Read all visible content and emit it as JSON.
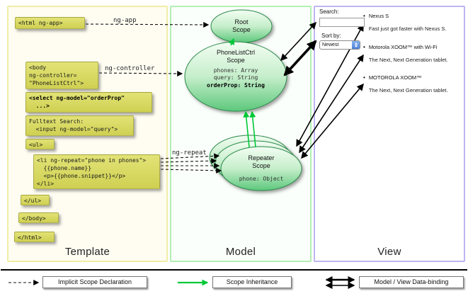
{
  "colors": {
    "code_box": "#d9db60",
    "template_border": "#f0eda6",
    "model_border": "#b2efb2",
    "view_border": "#bcb6f0",
    "scope_green_light": "#f2fdf2",
    "scope_green_dark": "#5dc87c",
    "inheritance_green": "#00c838"
  },
  "template_panel": {
    "label": "Template",
    "blocks": {
      "html_open": "<html ng-app>",
      "body_open": "<body\nng-controller=\n\"PhoneListCtrl\">",
      "select": "<select ng-model=\"orderProp\"\n  ...>",
      "fulltext": "Fulltext Search:\n  <input ng-model=\"query\">",
      "ul_open": "<ul>",
      "li_repeat": "<li ng-repeat=\"phone in phones\">\n  {{phone.name}}\n  <p>{{phone.snippet}}</p>\n</li>",
      "ul_close": "</ul>",
      "body_close": "</body>",
      "html_close": "</html>"
    }
  },
  "model_panel": {
    "label": "Model",
    "root_scope_title": "Root\nScope",
    "phonelist_title": "PhoneListCtrl\nScope",
    "phonelist_props": "phones: Array\nquery: String",
    "phonelist_bold_prop": "orderProp: String",
    "repeater_title": "Repeater\nScope",
    "repeater_prop": "phone: Object"
  },
  "view_panel": {
    "label": "View",
    "search_label": "Search:",
    "search_value": "",
    "sort_label": "Sort by:",
    "sort_value": "Newest",
    "items": [
      {
        "title": "Nexus S",
        "desc": "Fast just got faster with Nexus S."
      },
      {
        "title": "Motorola XOOM™ with Wi-Fi",
        "desc": "The Next, Next Generation tablet."
      },
      {
        "title": "MOTOROLA XOOM™",
        "desc": "The Next, Next Generation tablet."
      }
    ]
  },
  "arrow_labels": {
    "ng_app": "ng-app",
    "ng_controller": "ng-controller",
    "ng_repeat": "ng-repeat"
  },
  "legend": {
    "implicit": "Implicit Scope Declaration",
    "inheritance": "Scope Inheritance",
    "binding": "Model / View Data-binding"
  }
}
